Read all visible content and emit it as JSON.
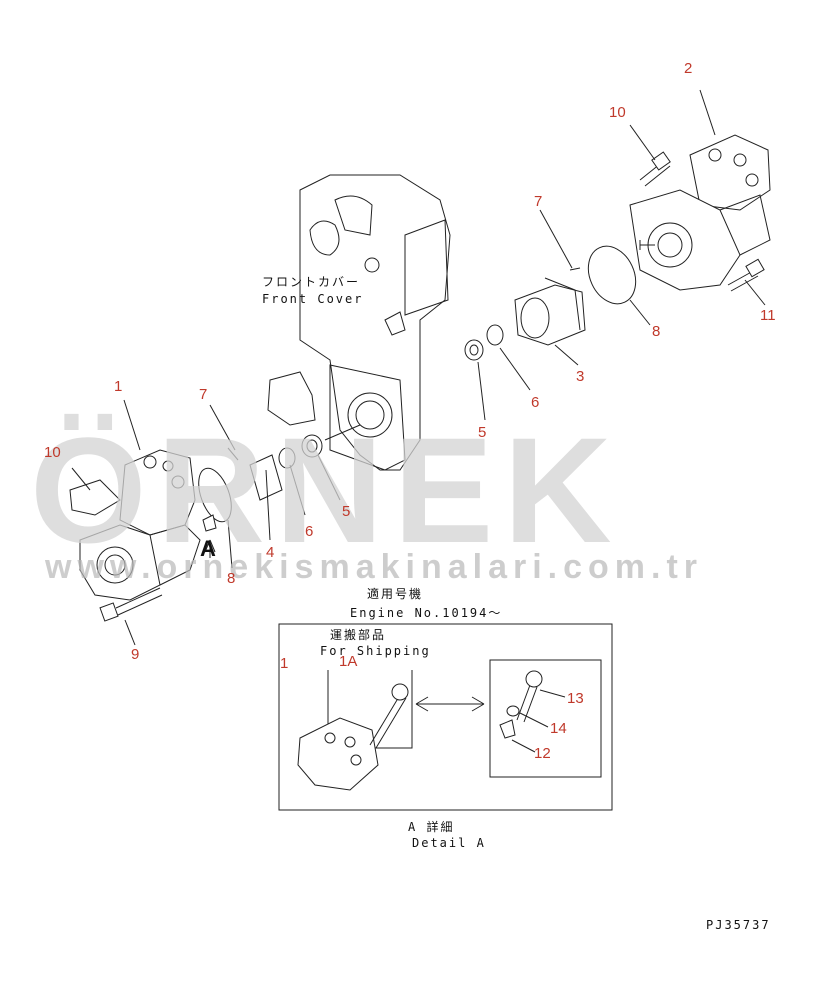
{
  "labels": {
    "front_cover_jp": "フロントカバー",
    "front_cover_en": "Front Cover",
    "applicable_jp": "適用号機",
    "engine_no": "Engine No.10194～",
    "shipping_jp": "運搬部品",
    "shipping_en": "For Shipping",
    "detail_jp": "A 詳細",
    "detail_en": "Detail A",
    "view_a": "A",
    "drawing_code": "PJ35737"
  },
  "callouts": {
    "c1": "1",
    "c2": "2",
    "c3": "3",
    "c4": "4",
    "c5a": "5",
    "c5b": "5",
    "c6a": "6",
    "c6b": "6",
    "c7a": "7",
    "c7b": "7",
    "c8a": "8",
    "c8b": "8",
    "c9": "9",
    "c10a": "10",
    "c10b": "10",
    "c11": "11",
    "c1_detail": "1",
    "c1a": "1A",
    "c12": "12",
    "c13": "13",
    "c14": "14"
  },
  "watermark": {
    "brand": "ÖRNEK",
    "url": "www.ornekismakinalari.com.tr"
  },
  "colors": {
    "callout": "#c0392b",
    "line": "#222222",
    "watermark": "#d3d3d3"
  }
}
